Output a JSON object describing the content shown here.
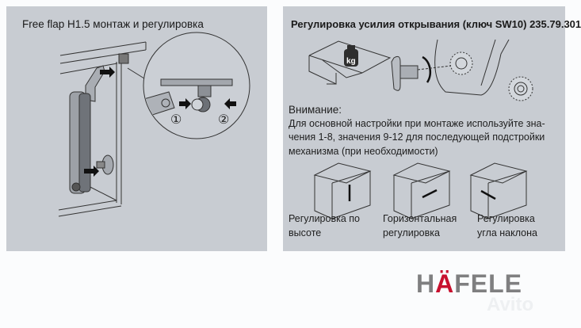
{
  "left_panel": {
    "title": "Free flap H1.5 монтаж и регулировка",
    "step_labels": [
      "①",
      "②"
    ],
    "icons": [
      "lift-mechanism-illustration",
      "detail-magnifier-circle",
      "push-arrow-icon"
    ]
  },
  "right_panel": {
    "title": "Регулировка усилия открывания (ключ SW10) 235.79.301",
    "weight_label": "kg",
    "note_heading": "Внимание:",
    "note_lines": [
      "Для основной настройки при монтаже используйте зна-",
      "чения 1-8, значения 9-12 для последующей подстройки",
      "механизма (при необходимости)"
    ],
    "adjustments": [
      {
        "line1": "Регулировка по",
        "line2": "высоте",
        "icon": "vertical-arrow-icon"
      },
      {
        "line1": "Горизонтальная",
        "line2": "регулировка",
        "icon": "horizontal-arrow-icon"
      },
      {
        "line1": "Регулировка",
        "line2": "угла наклона",
        "icon": "diagonal-arrow-icon"
      }
    ]
  },
  "brand": {
    "logo_text_pre": "H",
    "logo_text_accent": "Ä",
    "logo_text_post": "FELE",
    "accent_color": "#c8102e",
    "gray_color": "#7f7f80",
    "watermark": "Avito"
  }
}
